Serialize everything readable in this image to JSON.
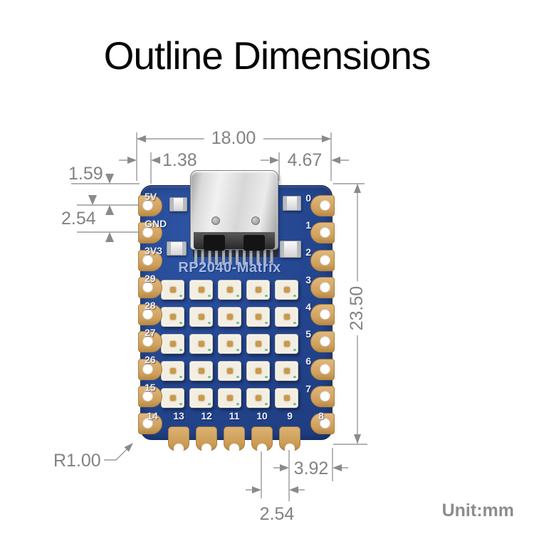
{
  "title": "Outline Dimensions",
  "unit_label": "Unit:mm",
  "board": {
    "silkscreen_name": "RP2040-Matrix",
    "pin_labels": {
      "left": [
        "5V",
        "GND",
        "3V3",
        "29",
        "28",
        "27",
        "26",
        "15"
      ],
      "right": [
        "0",
        "1",
        "2",
        "3",
        "4",
        "5",
        "6",
        "7"
      ],
      "bottom": [
        "14",
        "13",
        "12",
        "11",
        "10",
        "9",
        "8"
      ]
    },
    "led_matrix": {
      "rows": 5,
      "cols": 5
    }
  },
  "dimensions_mm": {
    "board_width": "18.00",
    "top_left_offset": "1.38",
    "top_right_offset": "4.67",
    "first_pad_offset": "1.59",
    "side_pad_pitch": "2.54",
    "board_height": "23.50",
    "corner_radius": "R1.00",
    "bottom_edge_offset": "3.92",
    "bottom_pad_pitch": "2.54"
  },
  "colors": {
    "pcb_blue": "#24468f",
    "pad_gold": "#d2a765",
    "dimension_gray": "#828282",
    "led_body": "#f2eee2",
    "silkscreen": "#a6bae1"
  }
}
